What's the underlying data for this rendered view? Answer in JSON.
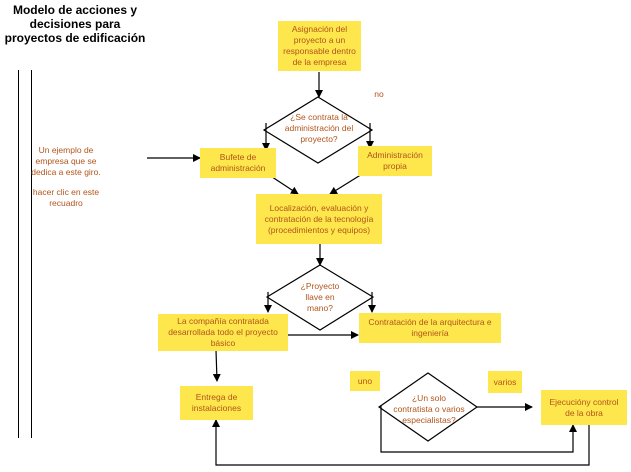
{
  "title": "Modelo de acciones y decisiones para proyectos de edificación",
  "side_note": {
    "example": "Un ejemplo de empresa que se dedica a este giro.",
    "click": "hacer clic en este recuadro"
  },
  "nodes": {
    "assign": "Asignación del proyecto a un responsable dentro de la empresa",
    "decision_admin": "¿Se contrata la administración del proyecto?",
    "no_label": "no",
    "bufete": "Bufete de administración",
    "admin_propia": "Administración propia",
    "localizacion": "Localización, evaluación y contratación de la tecnología (procedimientos y equipos)",
    "decision_llave": "¿Proyecto llave en mano?",
    "compania": "La compañía contratada desarrollada todo el proyecto básico",
    "contratacion": "Contratación de la arquitectura e ingeniería",
    "entrega": "Entrega de instalaciones",
    "uno_label": "uno",
    "varios_label": "varios",
    "decision_contratista": "¿Un solo contratista o varios especialistas?",
    "ejecucion": "Ejecucióny control de la obra"
  },
  "colors": {
    "box_fill": "#fde74c",
    "text": "#b2541a",
    "line": "#000000"
  }
}
